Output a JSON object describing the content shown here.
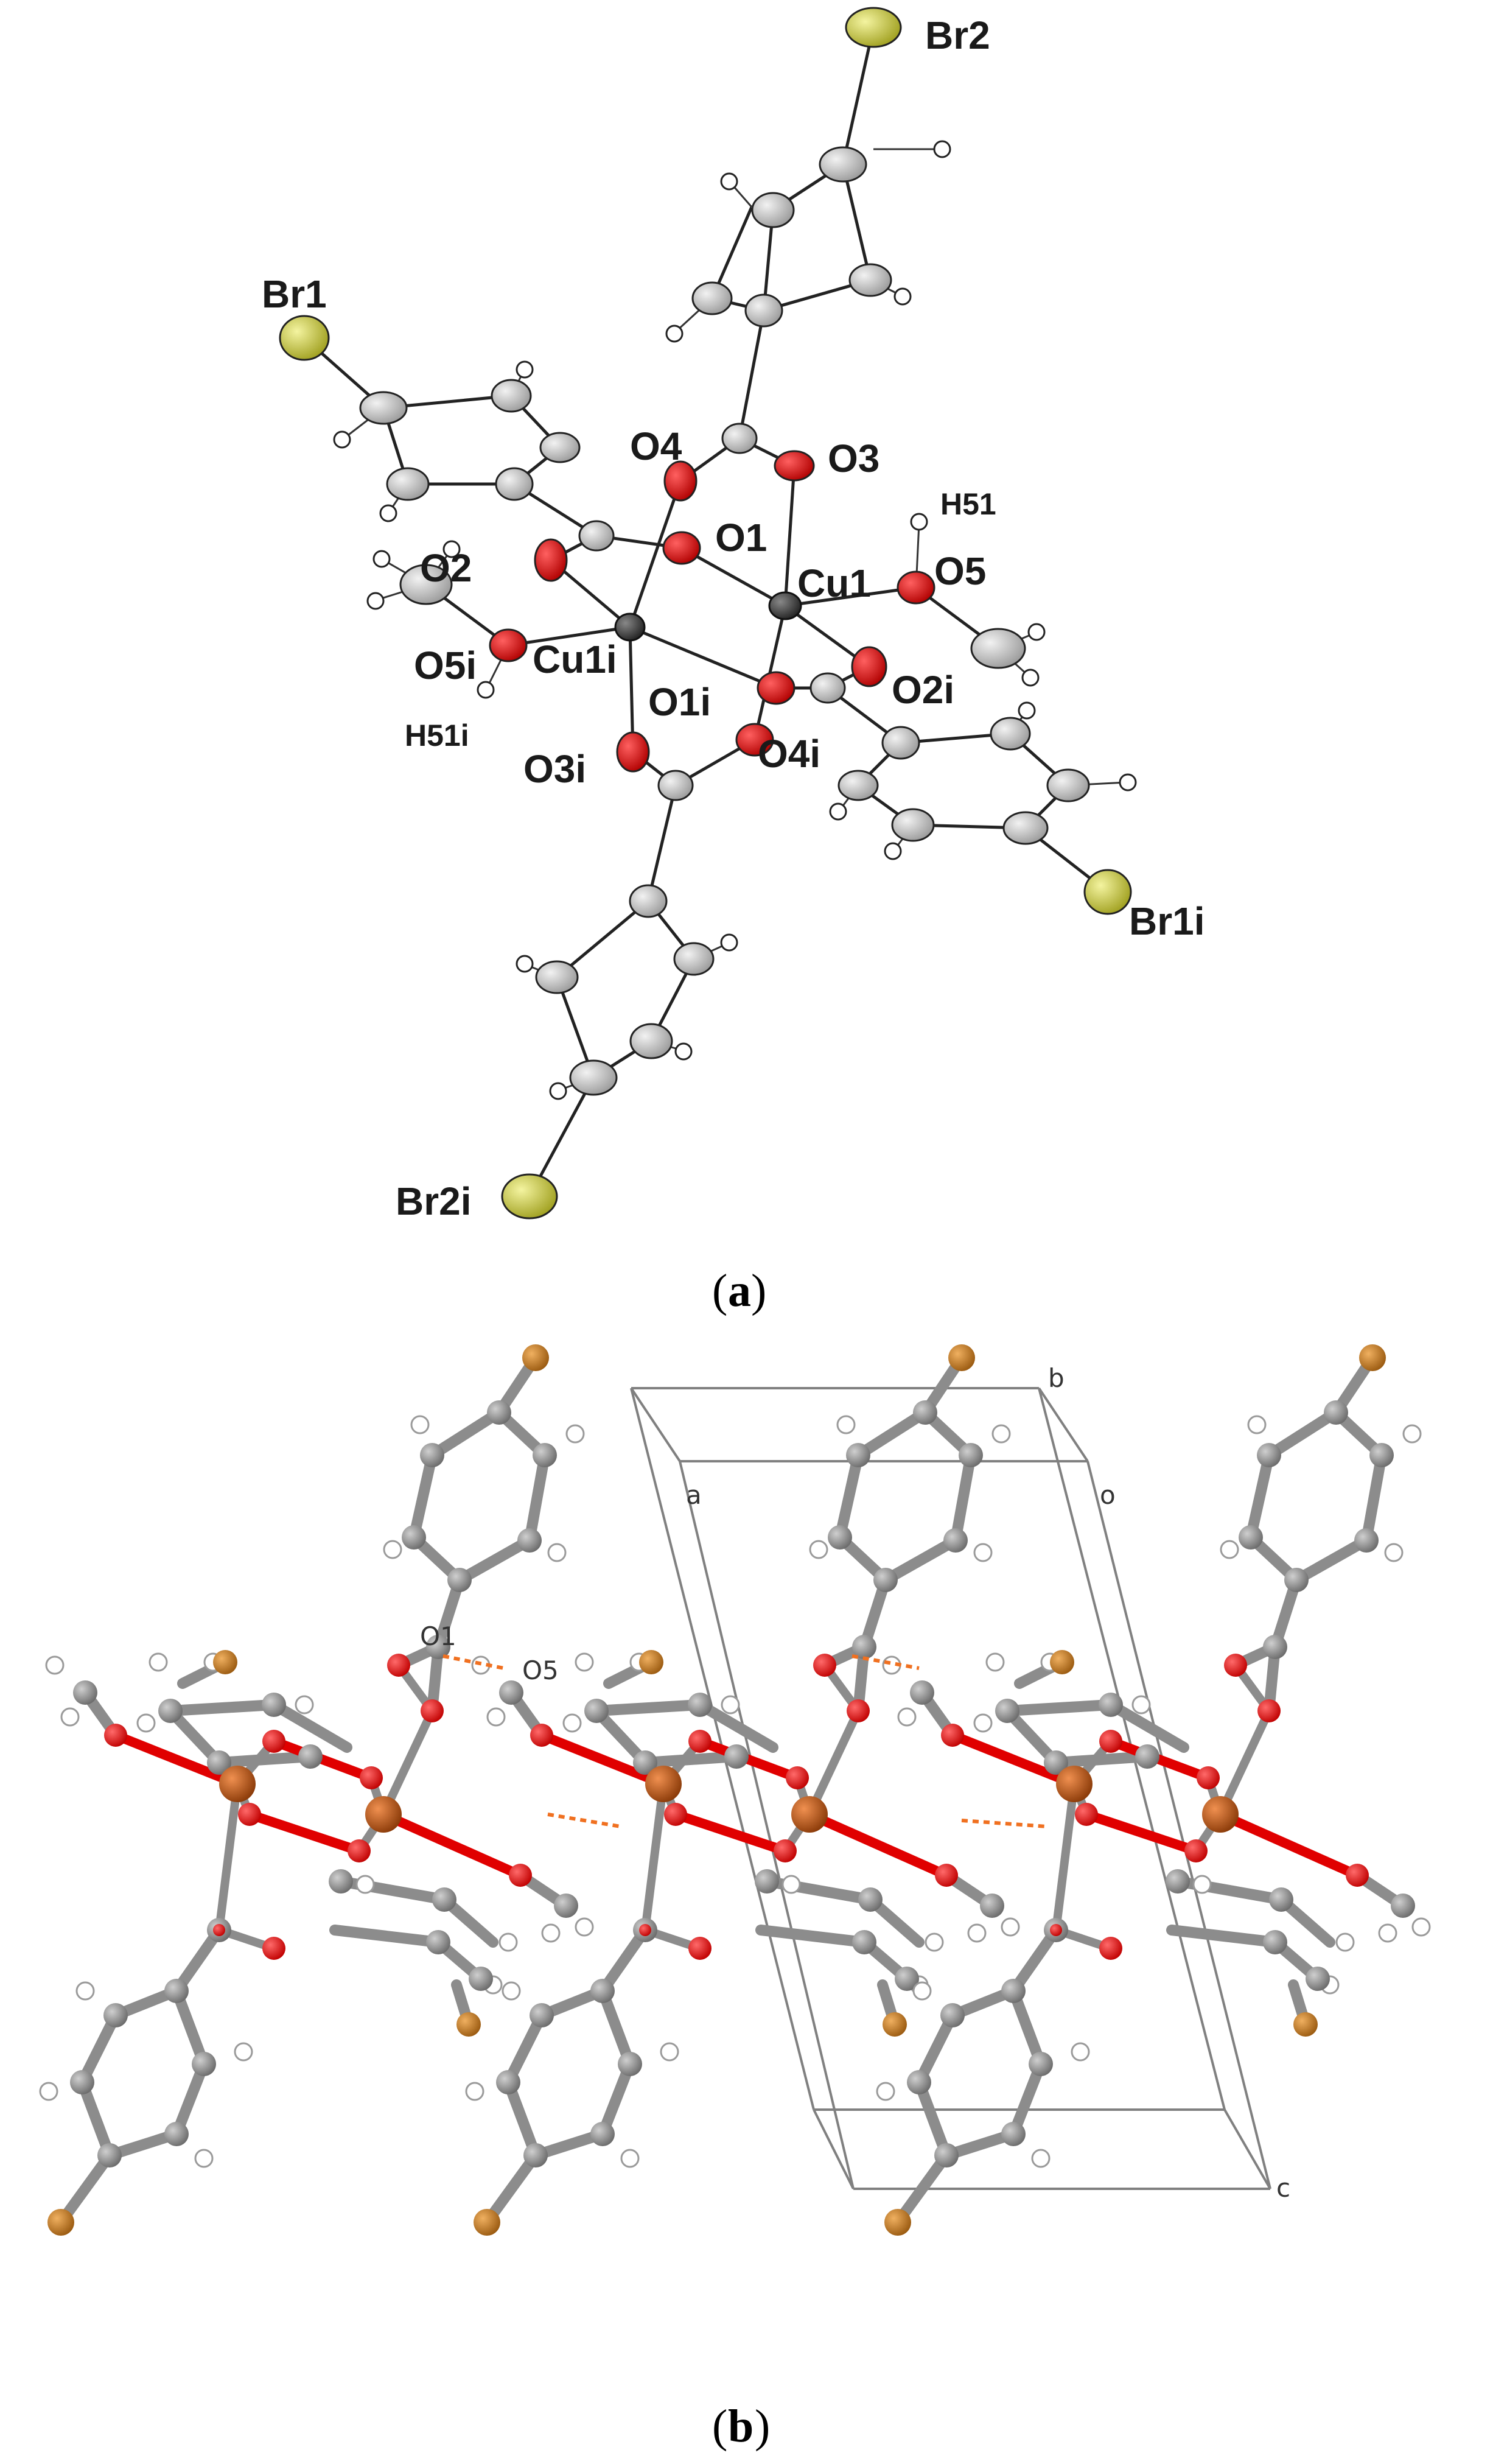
{
  "panel_a": {
    "caption_open": "(",
    "caption_letter": "a",
    "caption_close": ")",
    "labels": {
      "Br2": "Br2",
      "Br1": "Br1",
      "O4": "O4",
      "O3": "O3",
      "H51": "H51",
      "O1": "O1",
      "O2": "O2",
      "Cu1": "Cu1",
      "O5": "O5",
      "O5i": "O5i",
      "Cu1i": "Cu1i",
      "O1i": "O1i",
      "O2i": "O2i",
      "H51i": "H51i",
      "O3i": "O3i",
      "O4i": "O4i",
      "Br1i": "Br1i",
      "Br2i": "Br2i"
    }
  },
  "panel_b": {
    "caption_open": "(",
    "caption_letter": "b",
    "caption_close": ")",
    "labels": {
      "O1": "O1",
      "O5": "O5"
    },
    "axes": {
      "a": "a",
      "b": "b",
      "c": "c",
      "o": "o"
    }
  },
  "colors": {
    "carbon": "#8c8c8c",
    "oxygen": "#e00000",
    "bromine_a": "#d8d840",
    "bromine_b": "#c8812a",
    "copper_a": "#444444",
    "copper_b": "#c8651a",
    "hbond": "#f07020",
    "hydrogen": "#ffffff"
  }
}
